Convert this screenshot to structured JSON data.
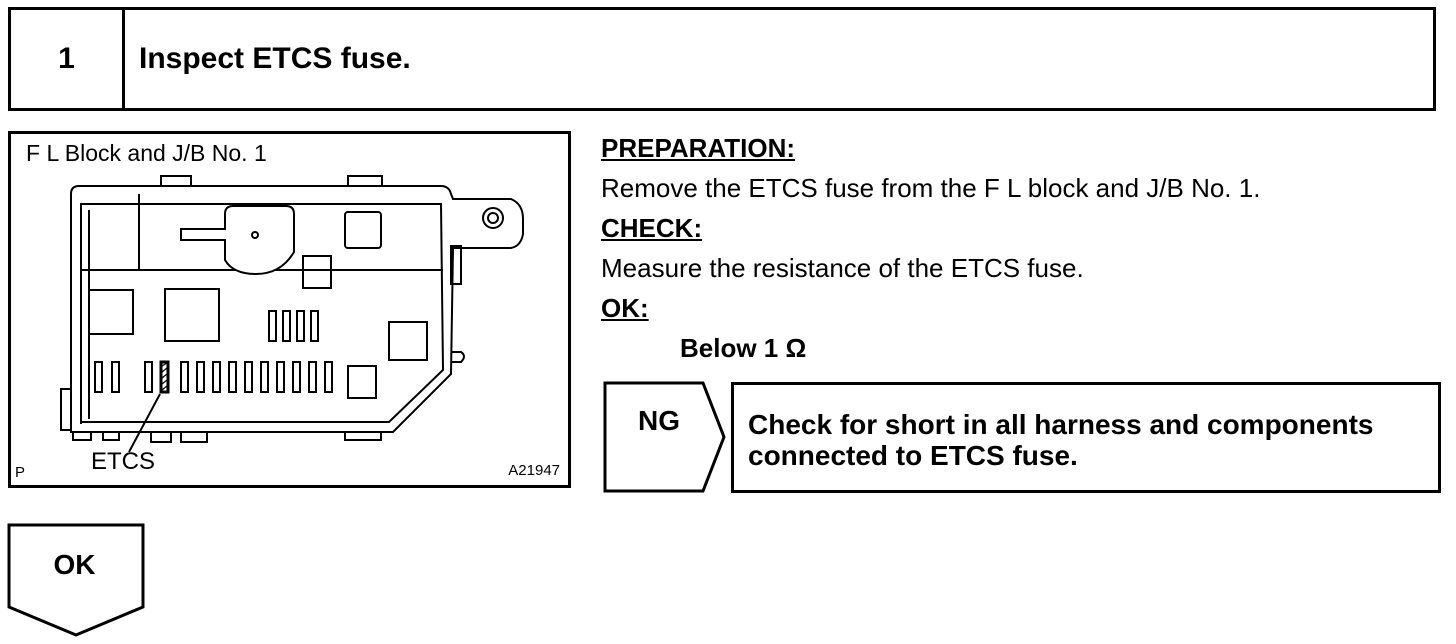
{
  "step": {
    "number": "1",
    "title": "Inspect ETCS fuse."
  },
  "figure": {
    "title": "F L Block and J/B No. 1",
    "callout": "ETCS",
    "corner_mark": "P",
    "code": "A21947"
  },
  "instructions": {
    "preparation_heading": "PREPARATION:",
    "preparation_text": "Remove the ETCS fuse from the F L block and J/B No. 1.",
    "check_heading": "CHECK:",
    "check_text": "Measure the resistance of the ETCS fuse.",
    "ok_heading": "OK:",
    "ok_spec": "Below 1 Ω"
  },
  "ng_branch": {
    "label": "NG",
    "action": [
      "Check for short in all harness and components",
      "connected to ETCS fuse."
    ]
  },
  "ok_branch": {
    "label": "OK"
  }
}
